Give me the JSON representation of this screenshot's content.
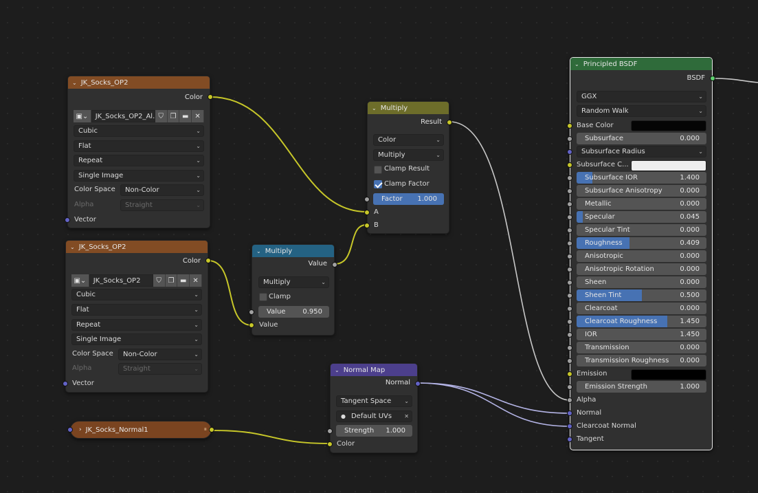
{
  "colors": {
    "header_texture": "#824c24",
    "header_math": "#6d6d2a",
    "header_math_blue": "#246283",
    "header_vector": "#4c3f8c",
    "header_shader": "#2f6b3a",
    "socket_color": "#c7c729",
    "socket_float": "#a1a1a1",
    "socket_vector": "#6363c7",
    "accent": "#4772b3"
  },
  "tex1": {
    "title": "JK_Socks_OP2",
    "out_color": "Color",
    "image_name": "JK_Socks_OP2_Al...",
    "interpolation": "Cubic",
    "projection": "Flat",
    "extension": "Repeat",
    "source": "Single Image",
    "color_space_label": "Color Space",
    "color_space": "Non-Color",
    "alpha_label": "Alpha",
    "alpha": "Straight",
    "in_vector": "Vector"
  },
  "tex2": {
    "title": "JK_Socks_OP2",
    "out_color": "Color",
    "image_name": "JK_Socks_OP2",
    "interpolation": "Cubic",
    "projection": "Flat",
    "extension": "Repeat",
    "source": "Single Image",
    "color_space_label": "Color Space",
    "color_space": "Non-Color",
    "alpha_label": "Alpha",
    "alpha": "Straight",
    "in_vector": "Vector"
  },
  "normal_group": {
    "title": "JK_Socks_Normal1"
  },
  "mult_yellow": {
    "title": "Multiply",
    "out_result": "Result",
    "data_type": "Color",
    "blend": "Multiply",
    "clamp_result": "Clamp Result",
    "clamp_factor": "Clamp Factor",
    "factor_label": "Factor",
    "factor_value": "1.000",
    "in_a": "A",
    "in_b": "B"
  },
  "mult_blue": {
    "title": "Multiply",
    "out_value": "Value",
    "op": "Multiply",
    "clamp": "Clamp",
    "value_label": "Value",
    "value": "0.950",
    "in_value": "Value"
  },
  "normal_map": {
    "title": "Normal Map",
    "out_normal": "Normal",
    "space": "Tangent Space",
    "uv": "Default UVs",
    "strength_label": "Strength",
    "strength": "1.000",
    "in_color": "Color"
  },
  "bsdf": {
    "title": "Principled BSDF",
    "out_bsdf": "BSDF",
    "distribution": "GGX",
    "subsurface_method": "Random Walk",
    "base_color": "Base Color",
    "subsurface": {
      "label": "Subsurface",
      "value": "0.000",
      "fill": 0
    },
    "subsurface_radius": "Subsurface Radius",
    "subsurface_color": "Subsurface C...",
    "subsurface_ior": {
      "label": "Subsurface IOR",
      "value": "1.400",
      "fill": 0.12
    },
    "subsurface_anisotropy": {
      "label": "Subsurface Anisotropy",
      "value": "0.000",
      "fill": 0
    },
    "metallic": {
      "label": "Metallic",
      "value": "0.000",
      "fill": 0
    },
    "specular": {
      "label": "Specular",
      "value": "0.045",
      "fill": 0.045
    },
    "specular_tint": {
      "label": "Specular Tint",
      "value": "0.000",
      "fill": 0
    },
    "roughness": {
      "label": "Roughness",
      "value": "0.409",
      "fill": 0.409
    },
    "anisotropic": {
      "label": "Anisotropic",
      "value": "0.000",
      "fill": 0
    },
    "anisotropic_rotation": {
      "label": "Anisotropic Rotation",
      "value": "0.000",
      "fill": 0
    },
    "sheen": {
      "label": "Sheen",
      "value": "0.000",
      "fill": 0
    },
    "sheen_tint": {
      "label": "Sheen Tint",
      "value": "0.500",
      "fill": 0.5
    },
    "clearcoat": {
      "label": "Clearcoat",
      "value": "0.000",
      "fill": 0
    },
    "clearcoat_roughness": {
      "label": "Clearcoat Roughness",
      "value": "1.450",
      "fill": 0.7
    },
    "ior": {
      "label": "IOR",
      "value": "1.450",
      "fill": 0
    },
    "transmission": {
      "label": "Transmission",
      "value": "0.000",
      "fill": 0
    },
    "transmission_roughness": {
      "label": "Transmission Roughness",
      "value": "0.000",
      "fill": 0
    },
    "emission": "Emission",
    "emission_strength": {
      "label": "Emission Strength",
      "value": "1.000",
      "fill": 0
    },
    "alpha": "Alpha",
    "normal": "Normal",
    "clearcoat_normal": "Clearcoat Normal",
    "tangent": "Tangent",
    "base_color_swatch": "#050505",
    "subsurface_color_swatch": "#eeeeee",
    "emission_swatch": "#000000"
  }
}
